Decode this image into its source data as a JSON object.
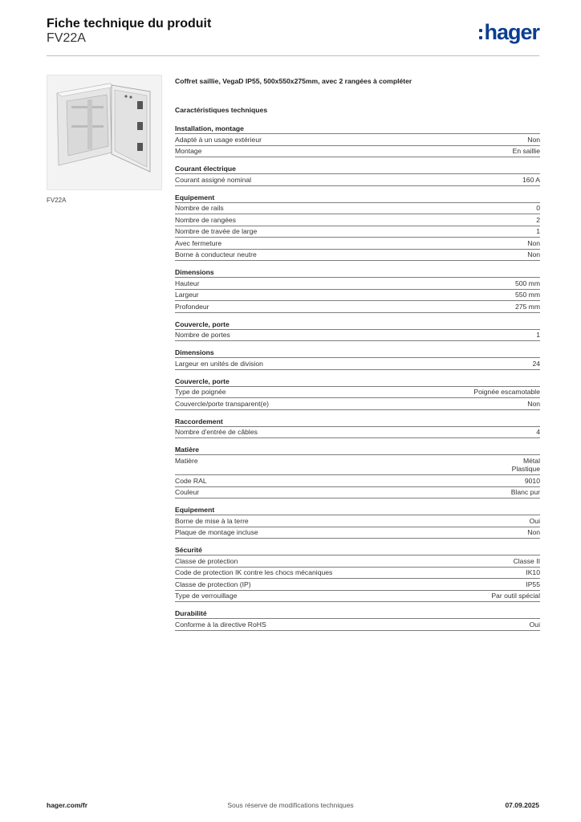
{
  "header": {
    "title": "Fiche technique du produit",
    "reference": "FV22A",
    "logo_text": "hager",
    "logo_color": "#0b3e91"
  },
  "product": {
    "image_caption": "FV22A",
    "description": "Coffret saillie, VegaD IP55, 500x550x275mm, avec 2 rangées à compléter",
    "characteristics_title": "Caractéristiques techniques"
  },
  "sections": [
    {
      "title": "Installation, montage",
      "rows": [
        {
          "label": "Adapté à un usage extérieur",
          "value": "Non"
        },
        {
          "label": "Montage",
          "value": "En saillie"
        }
      ]
    },
    {
      "title": "Courant électrique",
      "rows": [
        {
          "label": "Courant assigné nominal",
          "value": "160 A"
        }
      ]
    },
    {
      "title": "Equipement",
      "rows": [
        {
          "label": "Nombre de rails",
          "value": "0"
        },
        {
          "label": "Nombre de rangées",
          "value": "2"
        },
        {
          "label": "Nombre de travée de large",
          "value": "1"
        },
        {
          "label": "Avec fermeture",
          "value": "Non"
        },
        {
          "label": "Borne à conducteur neutre",
          "value": "Non"
        }
      ]
    },
    {
      "title": "Dimensions",
      "rows": [
        {
          "label": "Hauteur",
          "value": "500 mm"
        },
        {
          "label": "Largeur",
          "value": "550 mm"
        },
        {
          "label": "Profondeur",
          "value": "275 mm"
        }
      ]
    },
    {
      "title": "Couvercle, porte",
      "rows": [
        {
          "label": "Nombre de portes",
          "value": "1"
        }
      ]
    },
    {
      "title": "Dimensions",
      "rows": [
        {
          "label": "Largeur en unités de division",
          "value": "24"
        }
      ]
    },
    {
      "title": "Couvercle, porte",
      "rows": [
        {
          "label": "Type de poignée",
          "value": "Poignée escamotable"
        },
        {
          "label": "Couvercle/porte transparent(e)",
          "value": "Non"
        }
      ]
    },
    {
      "title": "Raccordement",
      "rows": [
        {
          "label": "Nombre d'entrée de câbles",
          "value": "4"
        }
      ]
    },
    {
      "title": "Matière",
      "rows": [
        {
          "label": "Matière",
          "value": "Métal\nPlastique"
        },
        {
          "label": "Code RAL",
          "value": "9010"
        },
        {
          "label": "Couleur",
          "value": "Blanc pur"
        }
      ]
    },
    {
      "title": "Equipement",
      "rows": [
        {
          "label": "Borne de mise à la terre",
          "value": "Oui"
        },
        {
          "label": "Plaque de montage incluse",
          "value": "Non"
        }
      ]
    },
    {
      "title": "Sécurité",
      "rows": [
        {
          "label": "Classe de protection",
          "value": "Classe II"
        },
        {
          "label": "Code de protection IK contre les chocs mécaniques",
          "value": "IK10"
        },
        {
          "label": "Classe de protection (IP)",
          "value": "IP55"
        },
        {
          "label": "Type de verrouillage",
          "value": "Par outil spécial"
        }
      ]
    },
    {
      "title": "Durabilité",
      "rows": [
        {
          "label": "Conforme à la directive RoHS",
          "value": "Oui"
        }
      ]
    }
  ],
  "footer": {
    "website": "hager.com/fr",
    "notice": "Sous réserve de modifications techniques",
    "date": "07.09.2025"
  }
}
